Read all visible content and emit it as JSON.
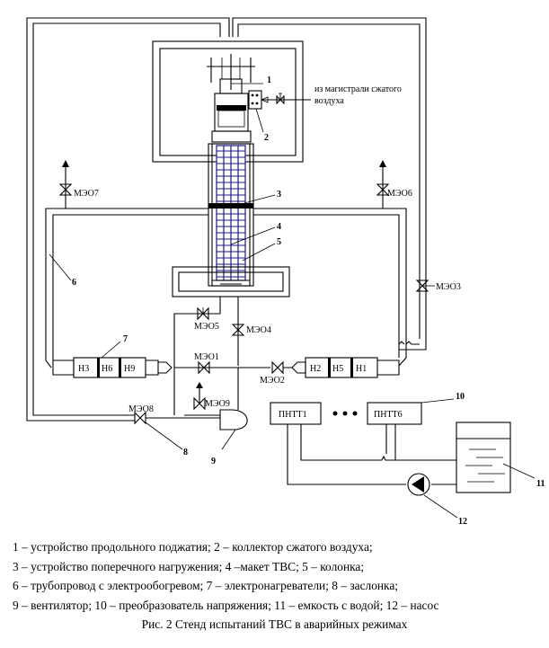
{
  "diagram": {
    "air_source_label": [
      "из магистрали сжатого",
      "воздуха"
    ],
    "callouts": [
      "1",
      "2",
      "3",
      "4",
      "5",
      "6",
      "7",
      "8",
      "9",
      "10",
      "11",
      "12"
    ],
    "valves": [
      "МЭО7",
      "МЭО6",
      "МЭО3",
      "МЭО5",
      "МЭО4",
      "МЭО1",
      "МЭО2",
      "МЭО9",
      "МЭО8"
    ],
    "heaters_left": [
      "Н3",
      "Н6",
      "Н9"
    ],
    "heaters_right": [
      "Н2",
      "Н5",
      "Н1"
    ],
    "converters": [
      "ПНТТ1",
      "ПНТТ6"
    ]
  },
  "legend": {
    "lines": [
      "1 – устройство продольного поджатия;   2 – коллектор сжатого воздуха;",
      "3 – устройство поперечного нагружения;   4 –макет ТВС;   5 – колонка;",
      "6 – трубопровод с электрообогревом;   7 – электронагреватели;   8 – заслонка;",
      "9 – вентилятор;   10 – преобразователь напряжения;  11 – емкость с водой;  12 – насос"
    ]
  },
  "caption": "Рис. 2  Стенд испытаний ТВС в аварийных режимах"
}
